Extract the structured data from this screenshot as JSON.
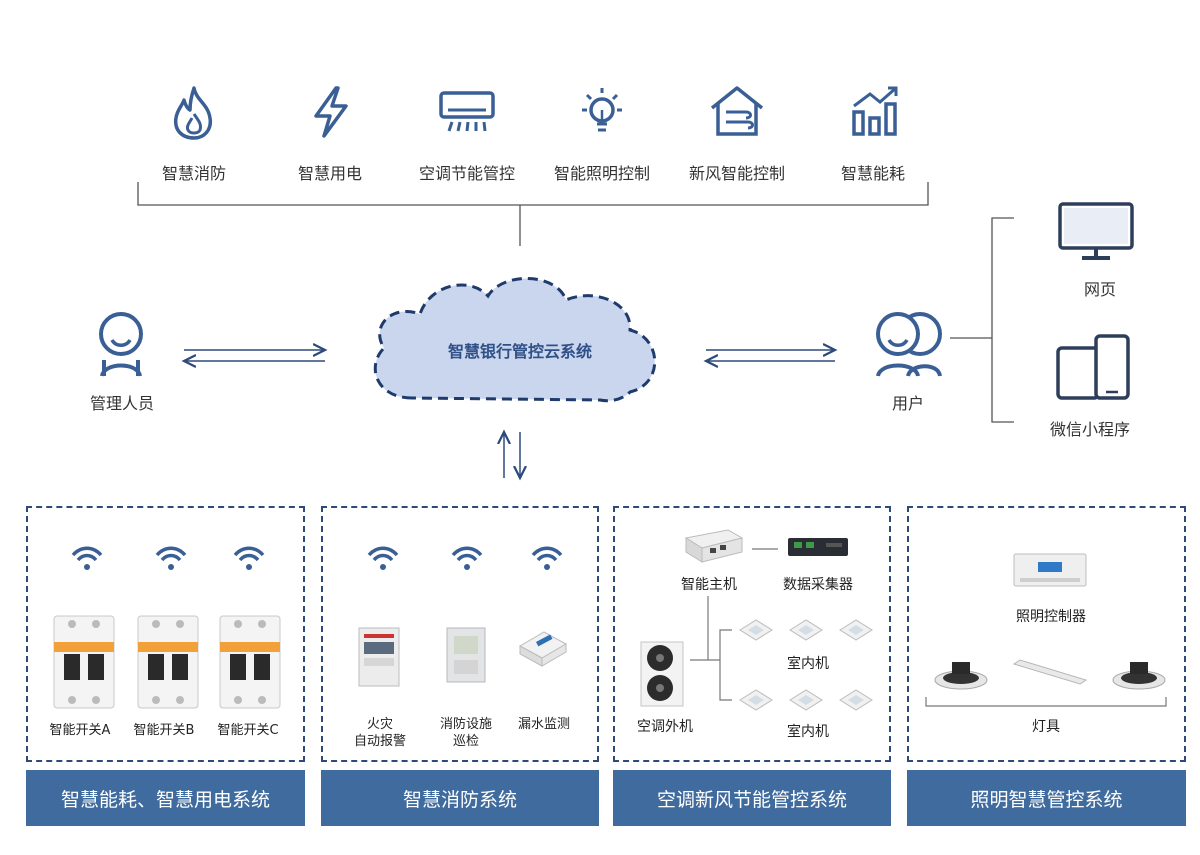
{
  "top_services": [
    {
      "label": "智慧消防",
      "icon": "fire-icon"
    },
    {
      "label": "智慧用电",
      "icon": "lightning-icon"
    },
    {
      "label": "空调节能管控",
      "icon": "air-conditioner-icon"
    },
    {
      "label": "智能照明控制",
      "icon": "light-bulb-icon"
    },
    {
      "label": "新风智能控制",
      "icon": "fresh-air-house-icon"
    },
    {
      "label": "智慧能耗",
      "icon": "bar-chart-icon"
    }
  ],
  "center": {
    "cloud_label": "智慧银行管控云系统"
  },
  "admin": {
    "label": "管理人员"
  },
  "user": {
    "label": "用户"
  },
  "clients": [
    {
      "label": "网页",
      "icon": "monitor-icon"
    },
    {
      "label": "微信小程序",
      "icon": "mobile-devices-icon"
    }
  ],
  "systems": [
    {
      "name": "智慧能耗、智慧用电系统",
      "devices": [
        {
          "label": "智能开关A"
        },
        {
          "label": "智能开关B"
        },
        {
          "label": "智能开关C"
        }
      ]
    },
    {
      "name": "智慧消防系统",
      "devices": [
        {
          "label1": "火灾",
          "label2": "自动报警"
        },
        {
          "label1": "消防设施",
          "label2": "巡检"
        },
        {
          "label1": "漏水监测"
        }
      ]
    },
    {
      "name": "空调新风节能管控系统",
      "devices": {
        "host": "智能主机",
        "collector": "数据采集器",
        "outdoor": "空调外机",
        "indoor_1": "室内机",
        "indoor_2": "室内机"
      }
    },
    {
      "name": "照明智慧管控系统",
      "devices": {
        "controller": "照明控制器",
        "lamps": "灯具"
      }
    }
  ],
  "colors": {
    "primary": "#3f6b9e",
    "dark": "#2d4a7a",
    "cloud_fill": "#c9d6ee",
    "icon": "#3a5f95"
  }
}
